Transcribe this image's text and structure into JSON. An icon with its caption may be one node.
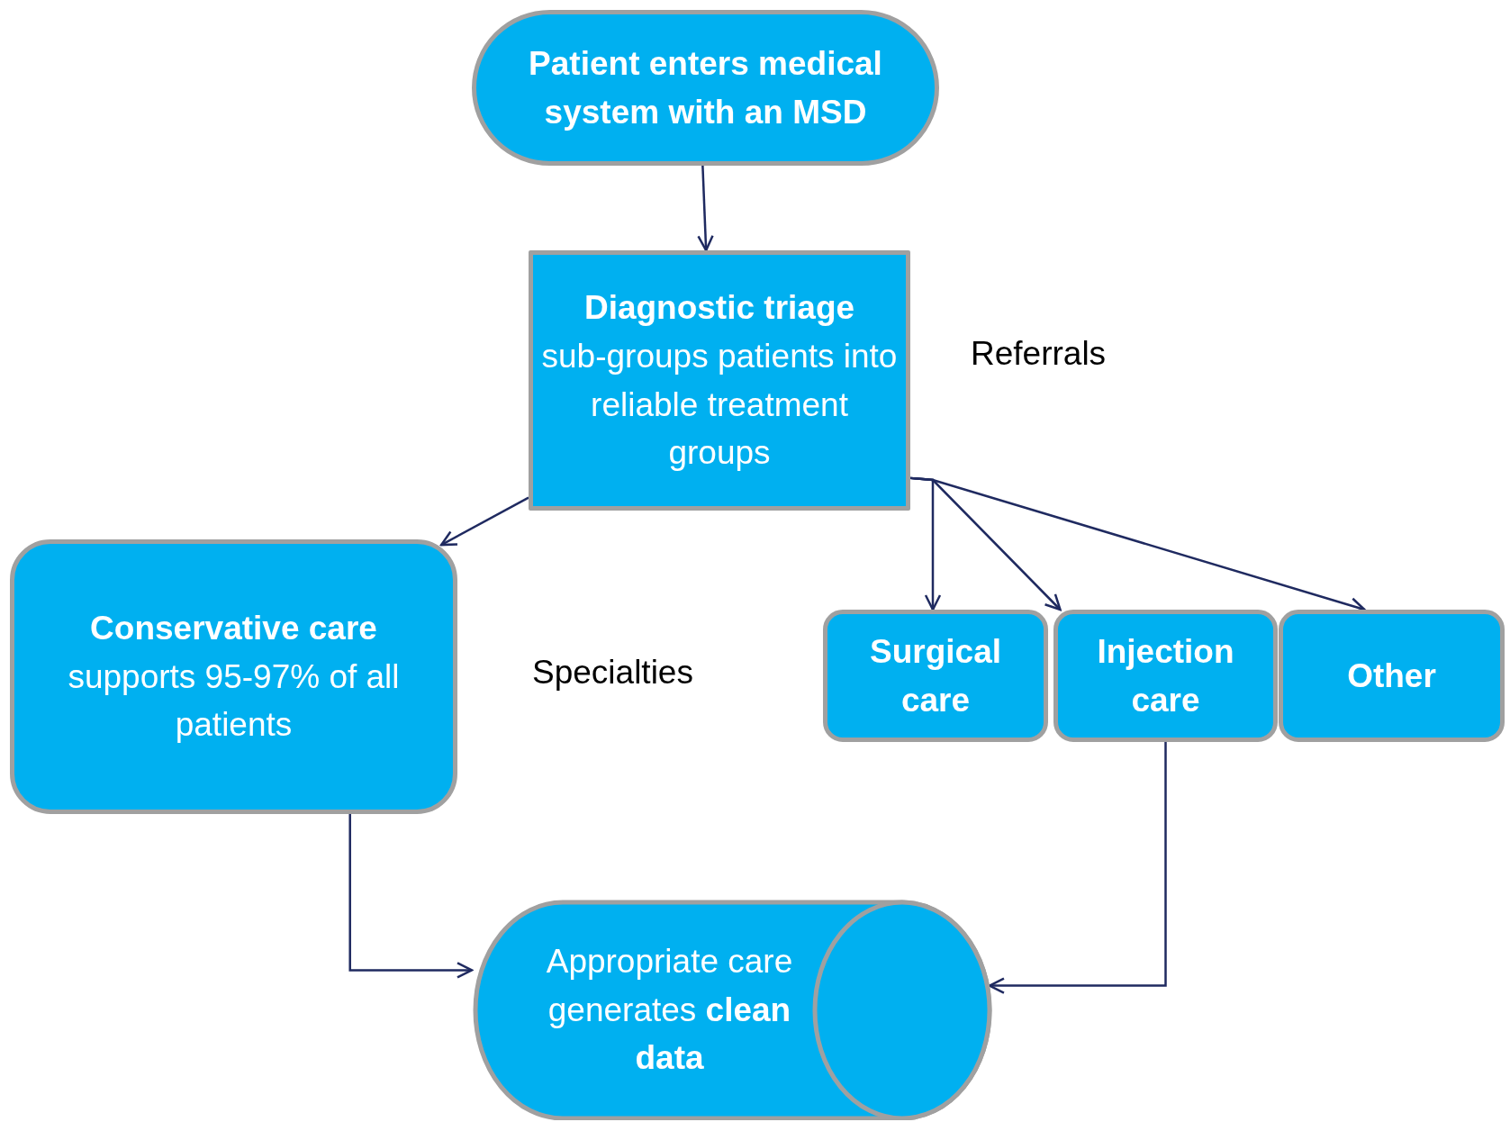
{
  "diagram": {
    "nodes": [
      {
        "text": [
          "Patient enters medical system with an MSD"
        ]
      },
      {
        "text": [
          "Diagnostic triage",
          "sub-groups patients into reliable  treatment groups"
        ]
      },
      {
        "text": [
          "Conservative care",
          "supports 95-97% of all patients"
        ]
      },
      {
        "text": [
          "Surgical care"
        ]
      },
      {
        "text": [
          "Injection care"
        ]
      },
      {
        "text": [
          "Other"
        ]
      },
      {
        "text": [
          "Appropriate care generates **clean data**"
        ]
      }
    ],
    "edges": [
      {
        "from": 0,
        "to": 1,
        "arrow": "to"
      },
      {
        "from": 1,
        "to": 2,
        "arrow": "to"
      },
      {
        "from": 1,
        "to": 3,
        "arrow": "to"
      },
      {
        "from": 1,
        "to": 4,
        "arrow": "to"
      },
      {
        "from": 1,
        "to": 5,
        "arrow": "to"
      },
      {
        "from": 2,
        "to": 6,
        "arrow": "to"
      },
      {
        "from": 4,
        "to": 6,
        "arrow": "to"
      }
    ],
    "labels": [
      "Referrals",
      "Specialties"
    ]
  }
}
